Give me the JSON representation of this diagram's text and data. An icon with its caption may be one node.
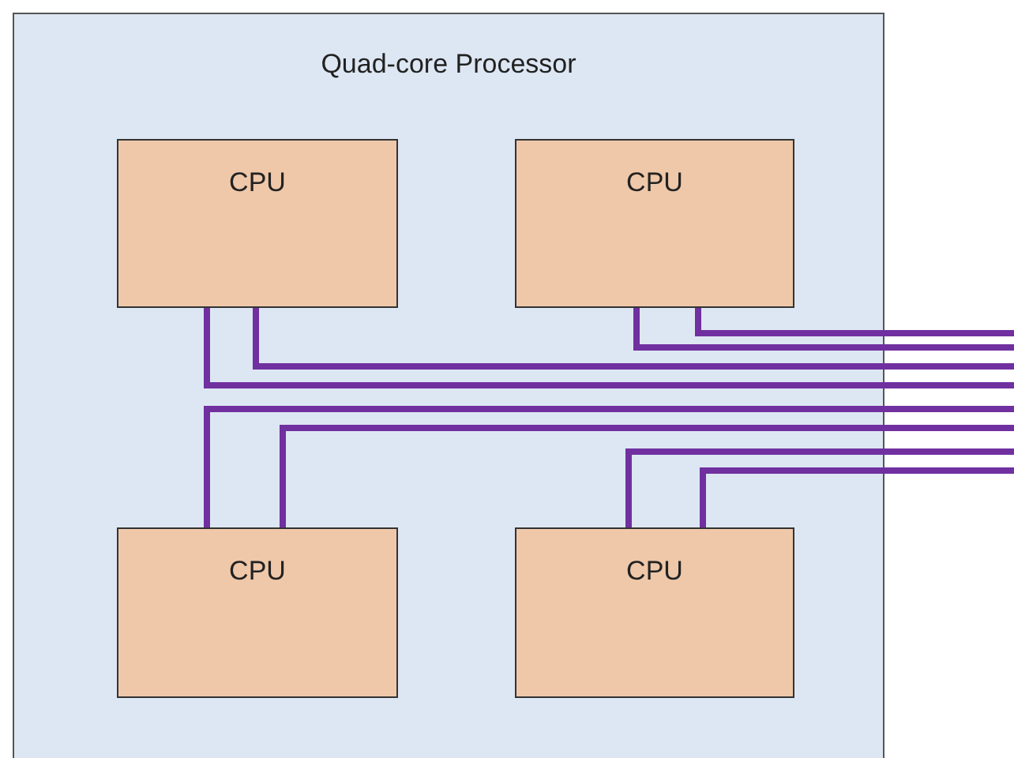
{
  "diagram": {
    "nodes": [
      {
        "text": [
          "Quad-core Processor"
        ]
      },
      {
        "text": [
          "CPU"
        ],
        "in": 0
      },
      {
        "text": [
          "CPU"
        ],
        "in": 0
      },
      {
        "text": [
          "CPU"
        ],
        "in": 0
      },
      {
        "text": [
          "CPU"
        ],
        "in": 0
      }
    ],
    "edges": [
      {
        "from": 1,
        "to": null,
        "arrow": "none"
      },
      {
        "from": 1,
        "to": null,
        "arrow": "none"
      },
      {
        "from": 2,
        "to": null,
        "arrow": "none"
      },
      {
        "from": 2,
        "to": null,
        "arrow": "none"
      },
      {
        "from": 3,
        "to": null,
        "arrow": "none"
      },
      {
        "from": 3,
        "to": null,
        "arrow": "none"
      },
      {
        "from": 4,
        "to": null,
        "arrow": "none"
      },
      {
        "from": 4,
        "to": null,
        "arrow": "none"
      }
    ]
  }
}
